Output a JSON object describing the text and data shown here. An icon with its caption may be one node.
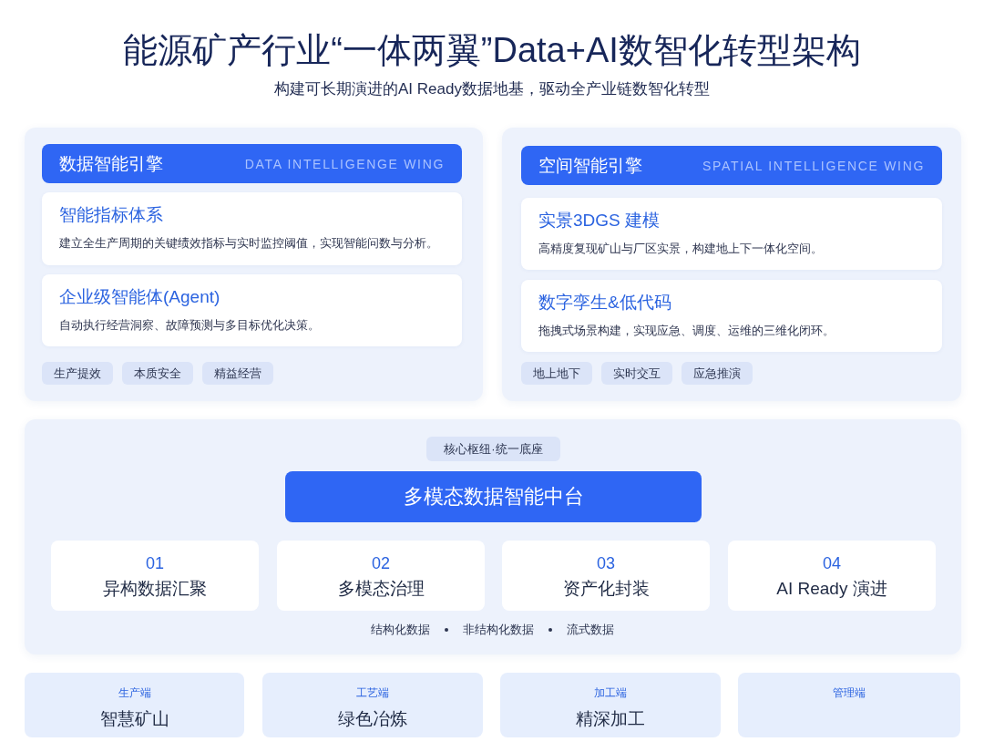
{
  "diagram": {
    "title": "能源矿产行业“一体两翼”Data+AI数智化转型架构",
    "nodes": [
      {
        "text": [],
        "shape": "box"
      },
      {
        "text": [
          "数据智能引擎",
          "DATA INTELLIGENGE WING"
        ],
        "in": 0
      },
      {
        "text": [
          "智能指标体系",
          "建立全生产周期的关键绩效指标与实时监控阈值，实现智能问数与分析。"
        ],
        "in": 0
      },
      {
        "text": [
          "企业级智能体(Agent)",
          "自动执行经营洞察、故障预测与多目标优化决策。"
        ],
        "in": 0
      },
      {
        "text": [
          "生产提效"
        ],
        "in": 0
      },
      {
        "text": [
          "本质安全"
        ],
        "in": 0
      },
      {
        "text": [
          "精益经营"
        ],
        "in": 0
      },
      {
        "text": [],
        "shape": "box"
      },
      {
        "text": [
          "空间智能引擎",
          "SPATIAL INTELLIGENCE WING"
        ],
        "in": 7
      },
      {
        "text": [
          "实景3DGS 建模",
          "高精度复现矿山与厂区实景，构建地上下一体化空间。"
        ],
        "in": 7
      },
      {
        "text": [
          "数字孪生&低代码",
          "拖拽式场景构建，实现应急、调度、运维的三维化闭环。"
        ],
        "in": 7
      },
      {
        "text": [
          "地上地下"
        ],
        "in": 7
      },
      {
        "text": [
          "实时交互"
        ],
        "in": 7
      },
      {
        "text": [
          "应急推演"
        ],
        "in": 7
      },
      {
        "text": [],
        "shape": "box"
      },
      {
        "text": [
          "核心枢纽·统一底座"
        ],
        "in": 14
      },
      {
        "text": [
          "多模态数据智能中台"
        ],
        "in": 14
      },
      {
        "text": [
          "01",
          "异构数据汇聚"
        ],
        "in": 14
      },
      {
        "text": [
          "02",
          "多模态治理"
        ],
        "in": 14
      },
      {
        "text": [
          "03",
          "资产化封装"
        ],
        "in": 14
      },
      {
        "text": [
          "04",
          "AI Ready 演进"
        ],
        "in": 14
      },
      {
        "text": [
          "生产端",
          "智慧矿山"
        ]
      },
      {
        "text": [
          "工艺端",
          "绿色冶炼"
        ]
      },
      {
        "text": [
          "加工端",
          "精深加工"
        ]
      },
      {
        "text": [
          "管理端"
        ]
      }
    ],
    "labels": [
      "构建可长期演进的AI Ready数据地基，驱动全产业链数智化转型",
      "结构化数据",
      "非结构化数据",
      "流式数据"
    ]
  }
}
